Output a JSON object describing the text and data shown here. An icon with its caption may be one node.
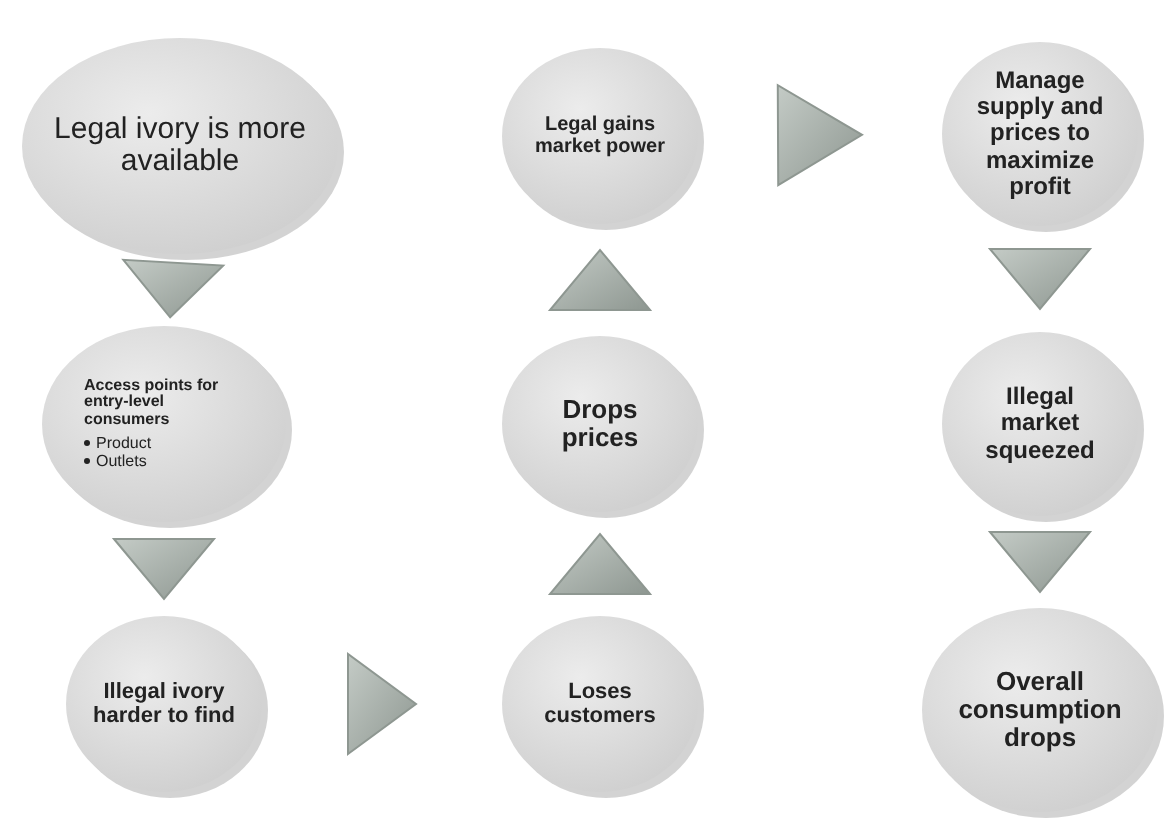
{
  "diagram": {
    "nodes": [
      {
        "text": [
          "Legal ivory is more available"
        ]
      },
      {
        "text": [
          "Access points for entry-level consumers",
          "Product",
          "Outlets"
        ]
      },
      {
        "text": [
          "Illegal ivory harder to find"
        ]
      },
      {
        "text": [
          "Loses customers"
        ]
      },
      {
        "text": [
          "Drops prices"
        ]
      },
      {
        "text": [
          "Legal gains market power"
        ]
      },
      {
        "text": [
          "Manage supply and prices to maximize profit"
        ]
      },
      {
        "text": [
          "Illegal market squeezed"
        ]
      },
      {
        "text": [
          "Overall consumption drops"
        ]
      }
    ],
    "edges": [
      {
        "from": 0,
        "to": 1,
        "arrow": "to"
      },
      {
        "from": 1,
        "to": 2,
        "arrow": "to"
      },
      {
        "from": 2,
        "to": 3,
        "arrow": "to"
      },
      {
        "from": 3,
        "to": 4,
        "arrow": "to"
      },
      {
        "from": 4,
        "to": 5,
        "arrow": "to"
      },
      {
        "from": 5,
        "to": 6,
        "arrow": "to"
      },
      {
        "from": 6,
        "to": 7,
        "arrow": "to"
      },
      {
        "from": 7,
        "to": 8,
        "arrow": "to"
      }
    ]
  }
}
